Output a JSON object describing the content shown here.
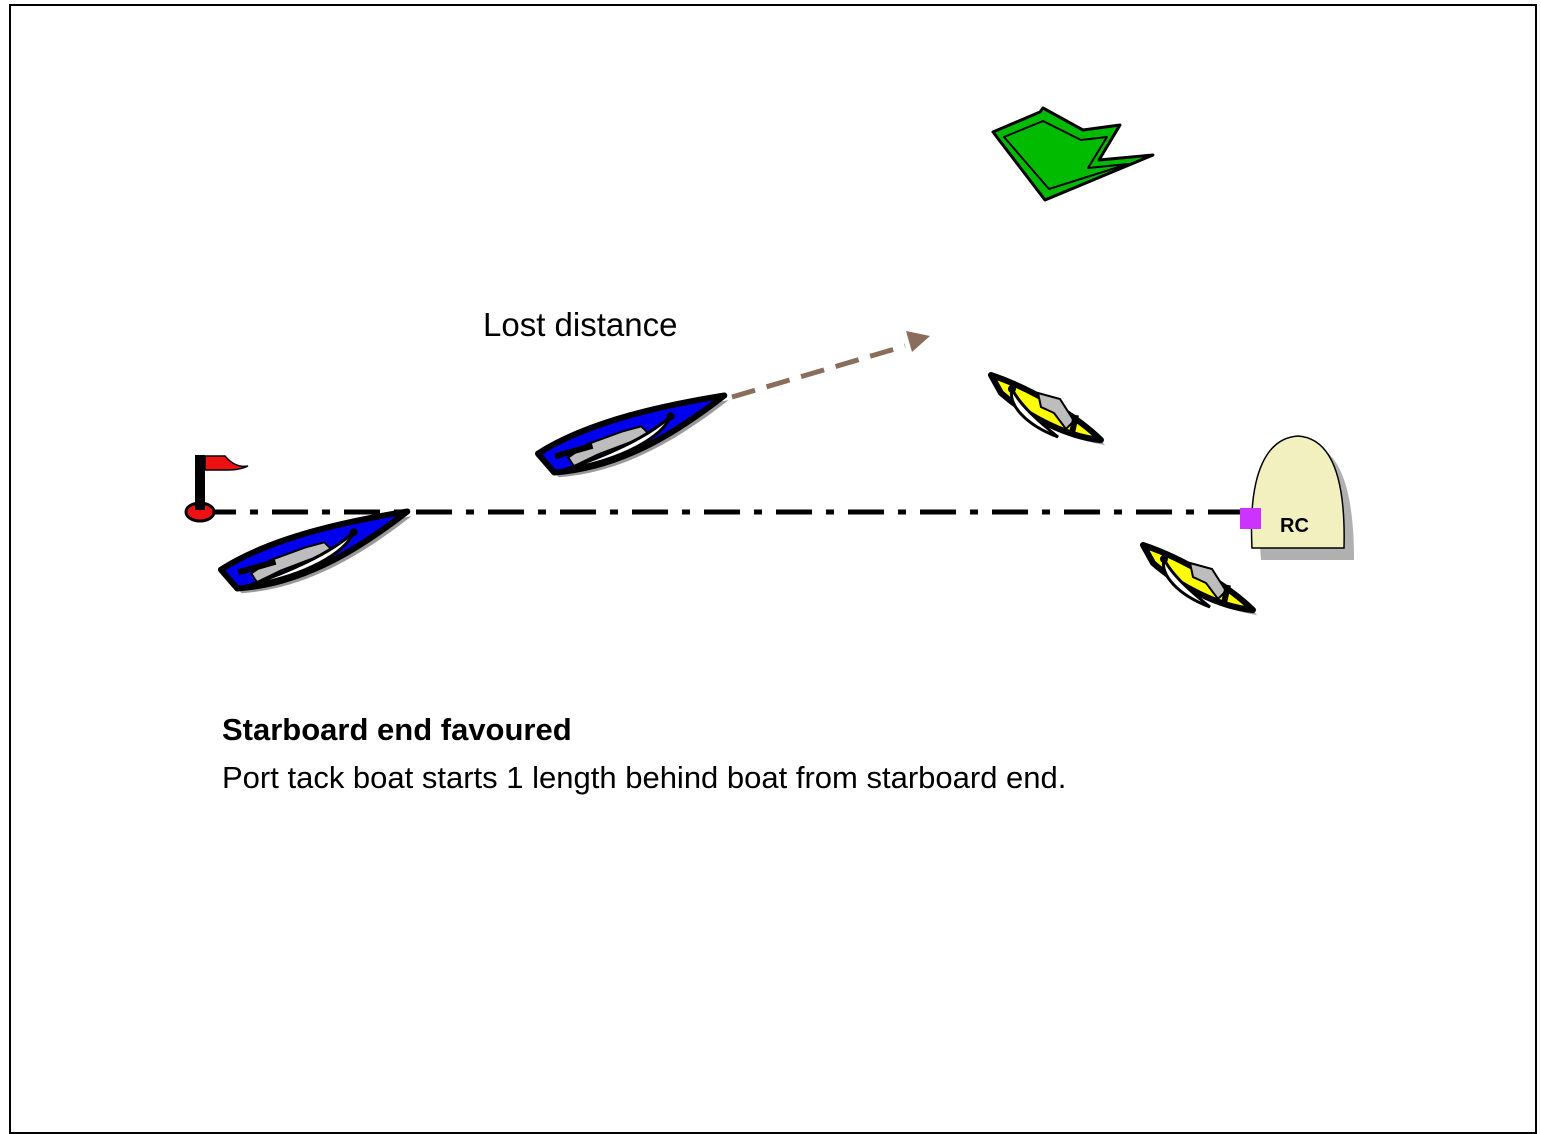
{
  "labels": {
    "lost_distance": "Lost distance",
    "committee_boat": "RC"
  },
  "caption": {
    "title": "Starboard end favoured",
    "body": "Port tack boat starts 1 length behind boat from starboard end."
  },
  "colors": {
    "port_tack_hull": "#0000ee",
    "starboard_tack_hull": "#ffff00",
    "wind_arrow": "#00bb00",
    "committee_boat": "#f3f0c0",
    "pin_flag": "#ee1111",
    "line_marker": "#cc33ff",
    "lost_distance_arrow": "#8a6e5c"
  },
  "icons": {
    "wind": "wind-arrow-icon",
    "pin_end": "pin-flag-icon",
    "committee": "committee-boat-icon"
  }
}
